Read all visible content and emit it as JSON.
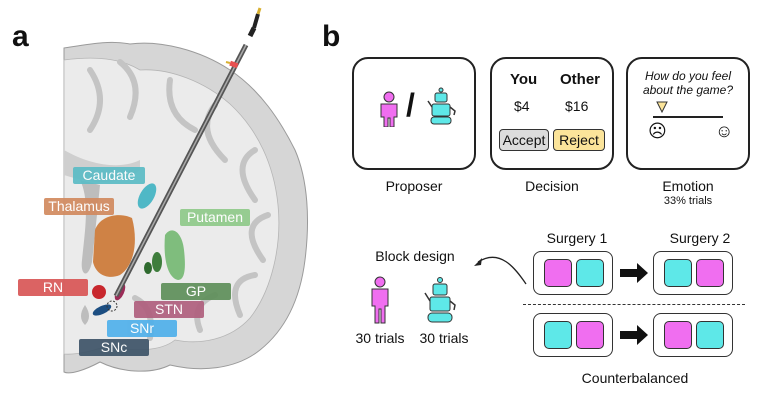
{
  "panels": {
    "a": "a",
    "b": "b"
  },
  "brain": {
    "labels": [
      {
        "id": "caudate",
        "text": "Caudate",
        "color": "#5bbcc6"
      },
      {
        "id": "thalamus",
        "text": "Thalamus",
        "color": "#d28a5f"
      },
      {
        "id": "putamen",
        "text": "Putamen",
        "color": "#8fca8a"
      },
      {
        "id": "rn",
        "text": "RN",
        "color": "#d95656"
      },
      {
        "id": "gp",
        "text": "GP",
        "color": "#5f8f5a"
      },
      {
        "id": "stn",
        "text": "STN",
        "color": "#b0607e"
      },
      {
        "id": "snr",
        "text": "SNr",
        "color": "#4fb0ea"
      },
      {
        "id": "snc",
        "text": "SNc",
        "color": "#3e5468"
      }
    ]
  },
  "task": {
    "proposer": {
      "caption": "Proposer",
      "separator": "/"
    },
    "decision": {
      "caption": "Decision",
      "col1_header": "You",
      "col2_header": "Other",
      "col1_value": "$4",
      "col2_value": "$16",
      "accept_label": "Accept",
      "reject_label": "Reject"
    },
    "emotion": {
      "caption": "Emotion",
      "subcaption": "33% trials",
      "question_line1": "How do you feel",
      "question_line2": "about the game?",
      "sad_face": "☹",
      "happy_face": "☺"
    }
  },
  "design": {
    "block_title": "Block design",
    "human_trials": "30 trials",
    "robot_trials": "30 trials",
    "surgery1": "Surgery 1",
    "surgery2": "Surgery 2",
    "footer": "Counterbalanced"
  },
  "colors": {
    "human": "#f06ef0",
    "robot": "#5ee8e8",
    "reject": "#fbe49a",
    "accept": "#dcdcdc"
  }
}
